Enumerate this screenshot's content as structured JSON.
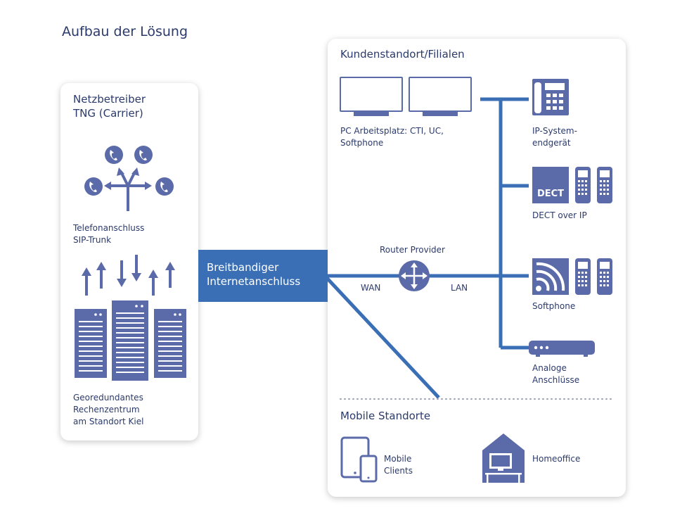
{
  "title": "Aufbau der Lösung",
  "carrier": {
    "heading": "Netzbetreiber\nTNG (Carrier)",
    "sip_label": "Telefonanschluss\nSIP-Trunk",
    "datacenter_label": "Georedundantes\nRechenzentrum\nam Standort Kiel"
  },
  "connection": {
    "label": "Breitbandiger\nInternetanschluss"
  },
  "customer": {
    "heading": "Kundenstandort/Filialen",
    "pc_label": "PC Arbeitsplatz: CTI, UC,\nSoftphone",
    "router_label": "Router Provider",
    "wan_label": "WAN",
    "lan_label": "LAN",
    "ip_phone_label": "IP-System-\nendgerät",
    "dect_badge": "DECT",
    "dect_label": "DECT over IP",
    "softphone_label": "Softphone",
    "analog_label": "Analoge\nAnschlüsse"
  },
  "mobile": {
    "heading": "Mobile Standorte",
    "clients_label": "Mobile\nClients",
    "homeoffice_label": "Homeoffice"
  },
  "colors": {
    "accent": "#3a6fb5",
    "icon": "#5b6aa8",
    "text": "#2b3a6b"
  }
}
